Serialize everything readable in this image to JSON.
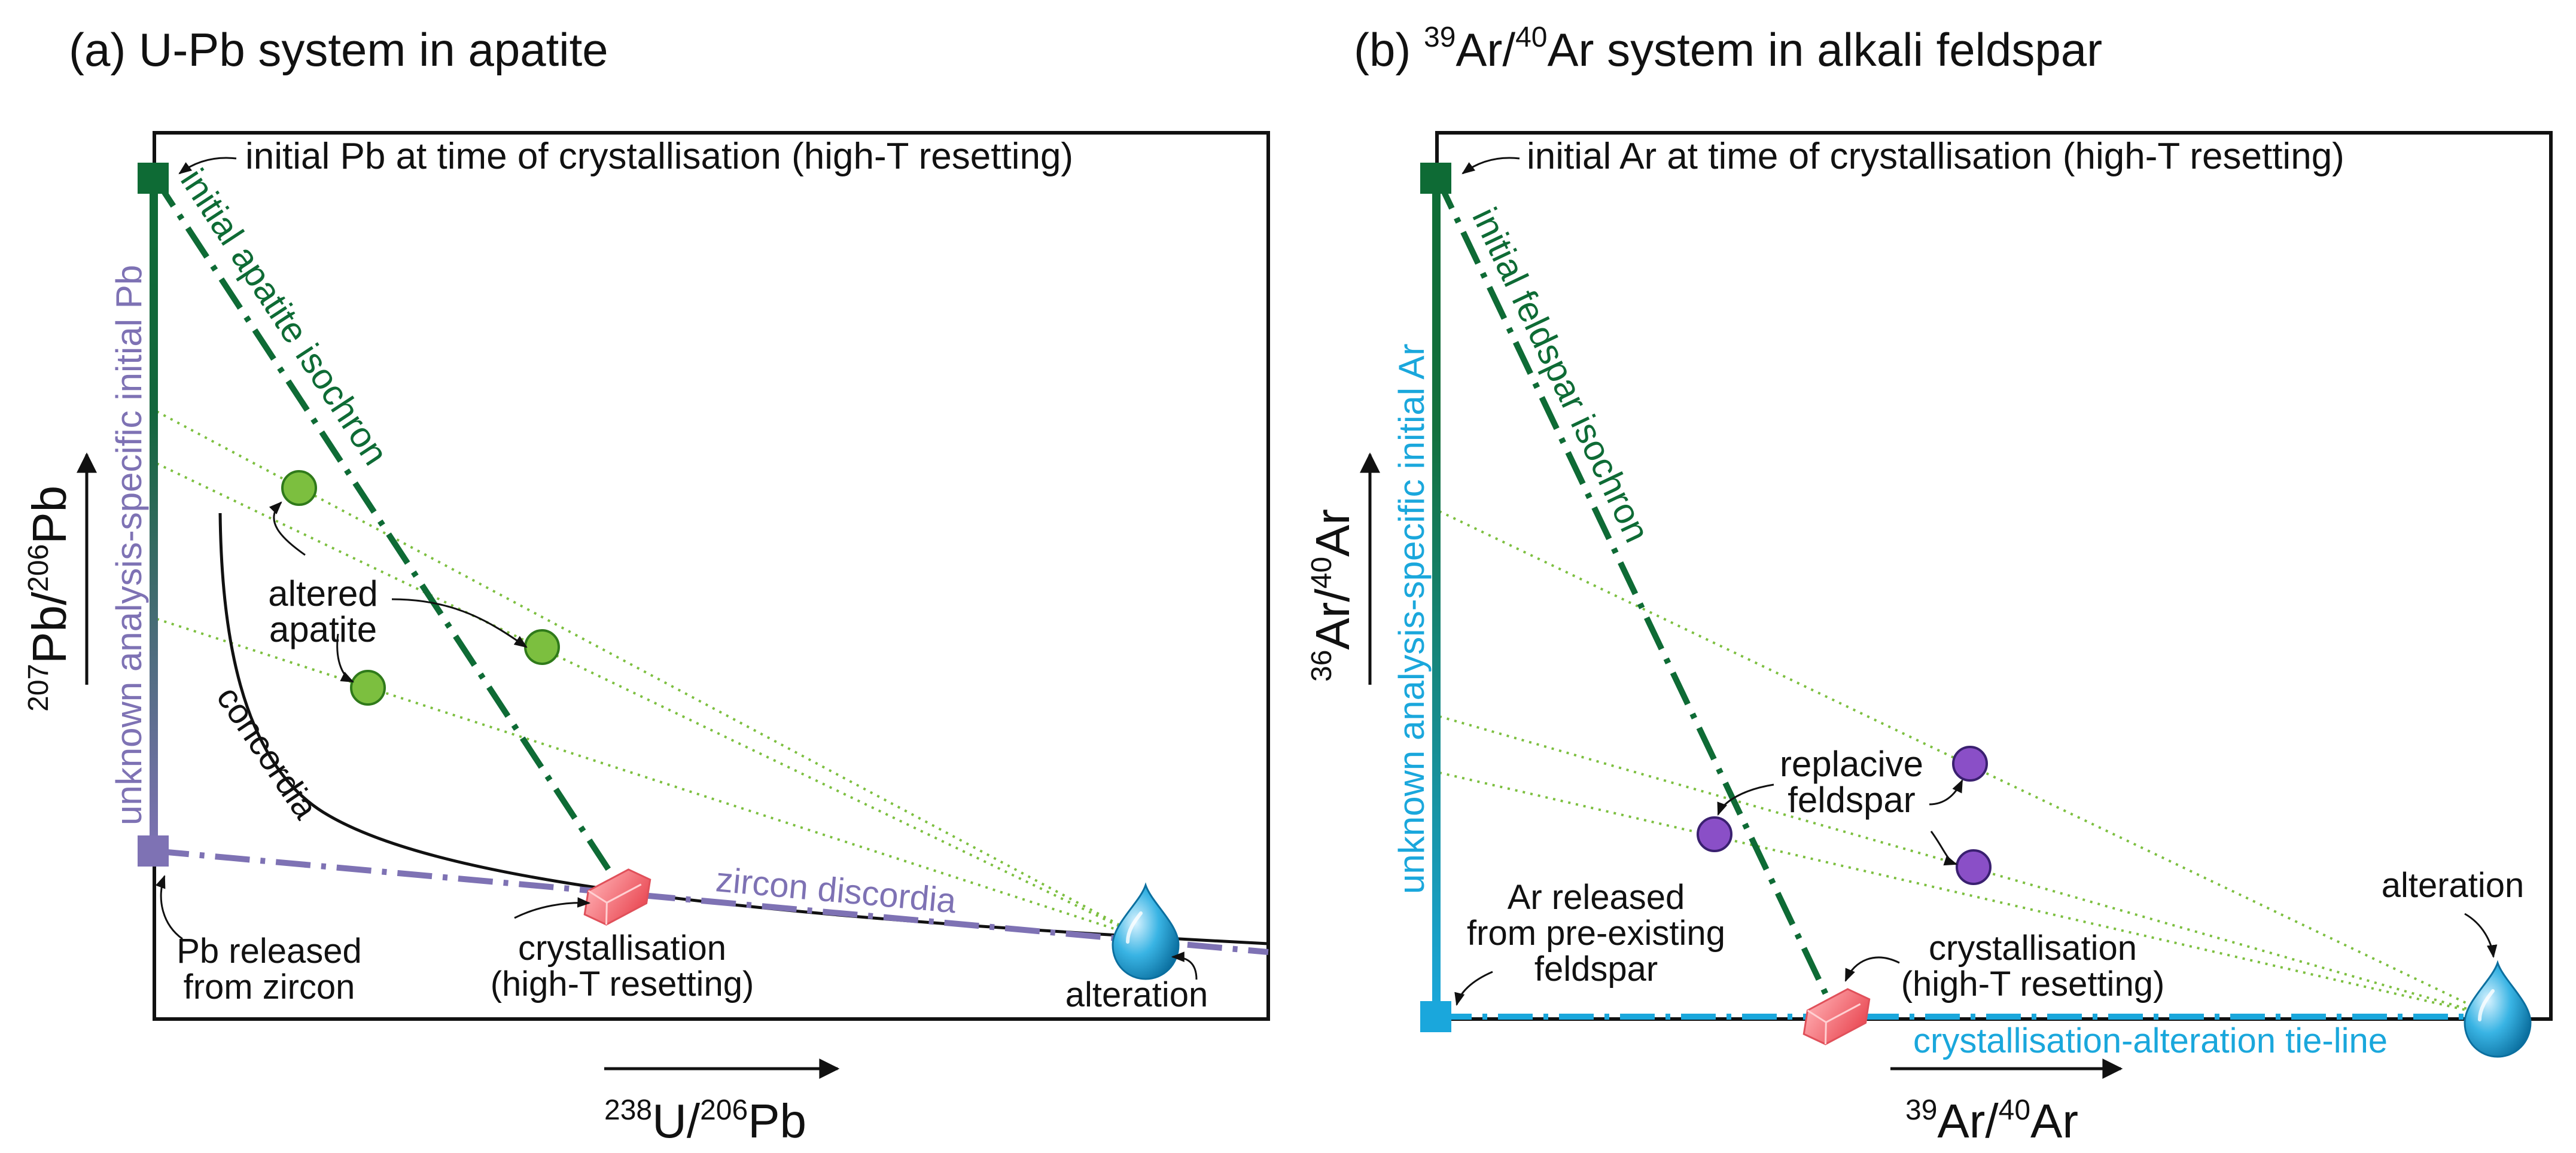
{
  "colors": {
    "dark_green": "#0e6b35",
    "light_green": "#7cbf3f",
    "purple": "#7e72b4",
    "cyan": "#1aa7dc",
    "crystal_red": "#f0626a",
    "water_blue": "#1ea6d9",
    "violet": "#8a4fc7",
    "black": "#111111"
  },
  "panel_a": {
    "title": "(a) U-Pb system in apatite",
    "x_axis": {
      "top": "238",
      "main1": "U/",
      "sup2": "206",
      "main2": "Pb"
    },
    "y_axis": {
      "top": "207",
      "main1": "Pb/",
      "sup2": "206",
      "main2": "Pb"
    },
    "vertical_label": "unknown analysis-specific initial Pb",
    "initial_label": "initial Pb at time of crystallisation (high-T resetting)",
    "isochron_label": "initial apatite isochron",
    "altered_label": [
      "altered",
      "apatite"
    ],
    "concordia_label": "concordia",
    "discordia_label": "zircon discordia",
    "released_label": [
      "Pb released",
      "from zircon"
    ],
    "crystallisation_label": [
      "crystallisation",
      "(high-T resetting)"
    ],
    "alteration_label": "alteration"
  },
  "panel_b": {
    "title_prefix": "(b) ",
    "title_sup1": "39",
    "title_mid": "Ar/",
    "title_sup2": "40",
    "title_rest": "Ar system in alkali feldspar",
    "x_axis": {
      "top": "39",
      "main1": "Ar/",
      "sup2": "40",
      "main2": "Ar"
    },
    "y_axis": {
      "top": "36",
      "main1": "Ar/",
      "sup2": "40",
      "main2": "Ar"
    },
    "vertical_label": "unknown analysis-specific initial Ar",
    "initial_label": "initial Ar at time of crystallisation (high-T resetting)",
    "isochron_label": "initial feldspar isochron",
    "replacive_label": [
      "replacive",
      "feldspar"
    ],
    "released_label": [
      "Ar released",
      "from pre-existing",
      "feldspar"
    ],
    "crystallisation_label": [
      "crystallisation",
      "(high-T resetting)"
    ],
    "alteration_label": "alteration",
    "tieline_label": "crystallisation-alteration tie-line"
  }
}
